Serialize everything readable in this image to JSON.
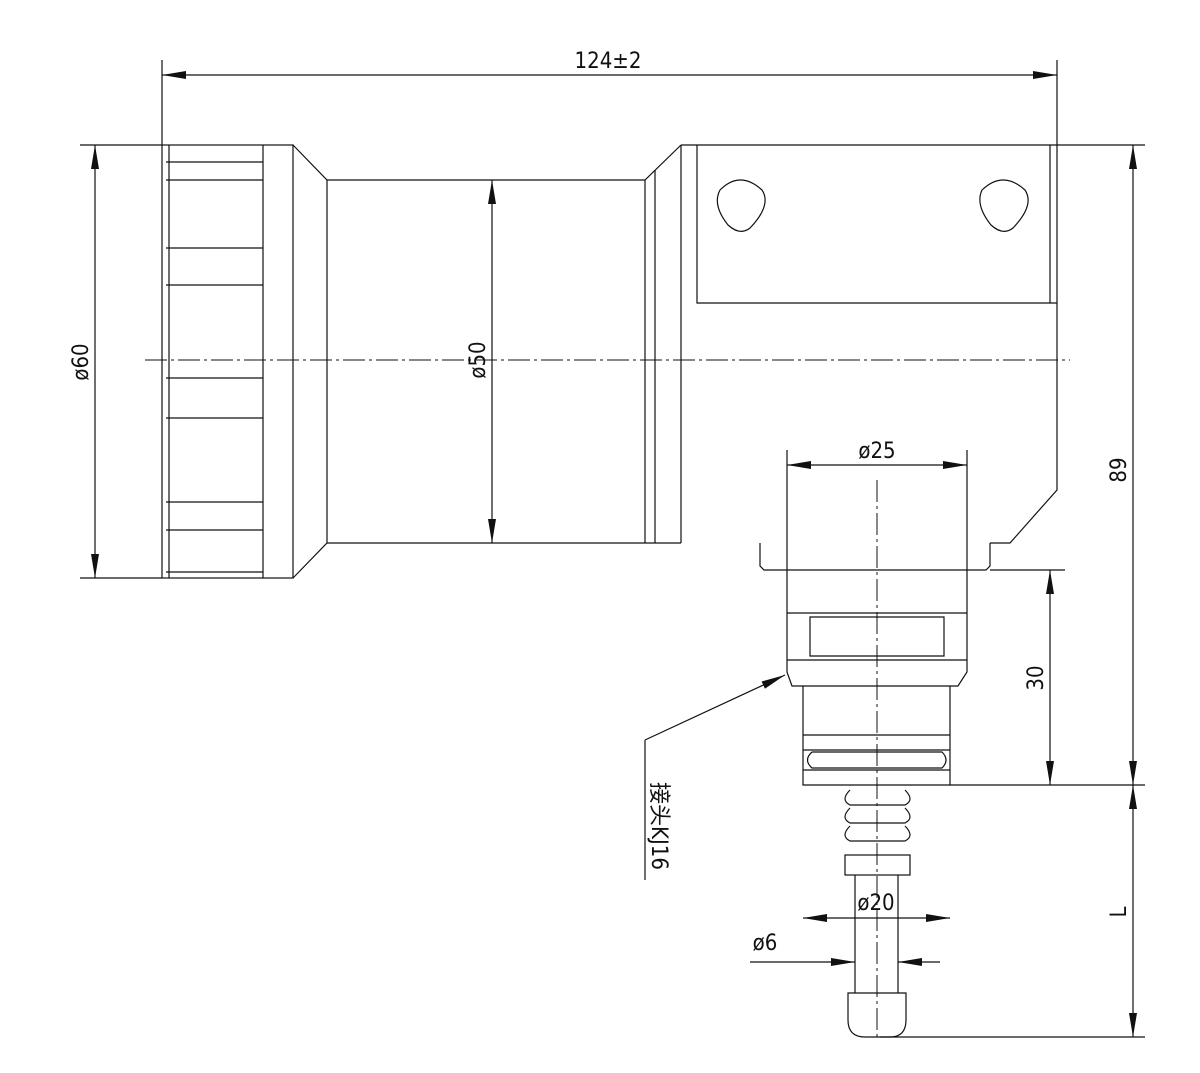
{
  "dimensions": {
    "overall_length": "124±2",
    "nut_diameter": "ø60",
    "body_diameter": "ø50",
    "fitting_diameter": "ø25",
    "height": "89",
    "fitting_length": "30",
    "shaft_diameter": "ø20",
    "pin_diameter": "ø6",
    "stroke_length": "L"
  },
  "labels": {
    "connector": "接头KJ16"
  }
}
